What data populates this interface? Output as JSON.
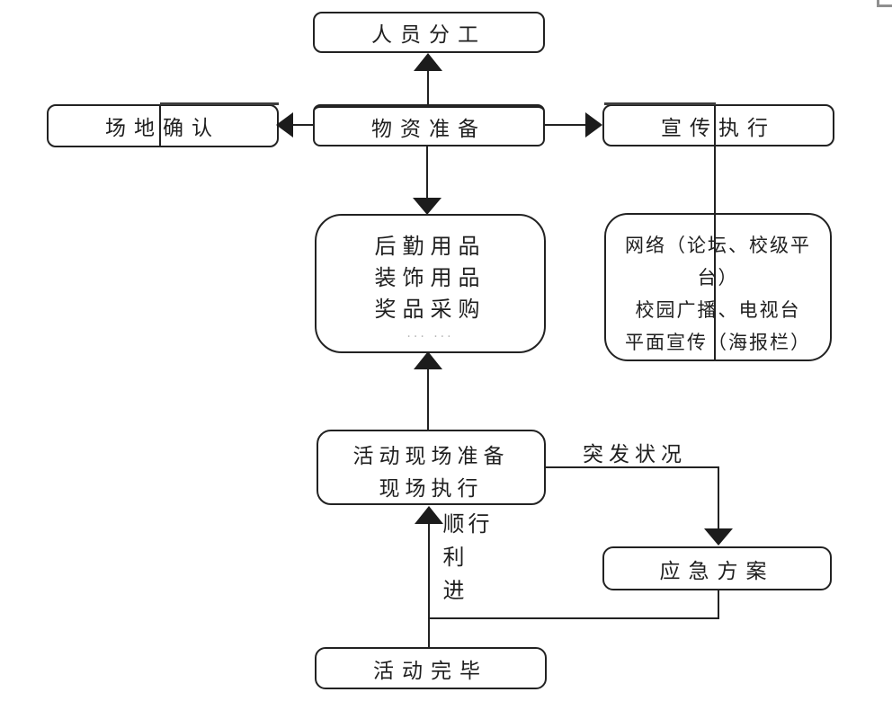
{
  "flowchart": {
    "nodes": {
      "personnel": {
        "label": "人员分工"
      },
      "materials": {
        "label": "物资准备"
      },
      "venue": {
        "label": "场地确认"
      },
      "publicity": {
        "label": "宣传执行"
      },
      "logistics": {
        "line1": "后勤用品",
        "line2": "装饰用品",
        "line3": "奖品采购",
        "ellipsis": "··· ···"
      },
      "channels": {
        "line1": "网络（论坛、校级平台）",
        "line2": "校园广播、电视台",
        "line3": "平面宣传（海报栏）"
      },
      "onsite": {
        "line1": "活动现场准备",
        "line2": "现场执行"
      },
      "emergency": {
        "label": "应急方案"
      },
      "complete": {
        "label": "活动完毕"
      }
    },
    "edge_labels": {
      "emergency_trigger": "突发状况",
      "smooth_progress": "顺利进行"
    },
    "colors": {
      "stroke": "#222222",
      "background": "#ffffff",
      "ellipsis": "#b9b9b9",
      "partial_corner_stroke": "#8f8f8f"
    }
  }
}
